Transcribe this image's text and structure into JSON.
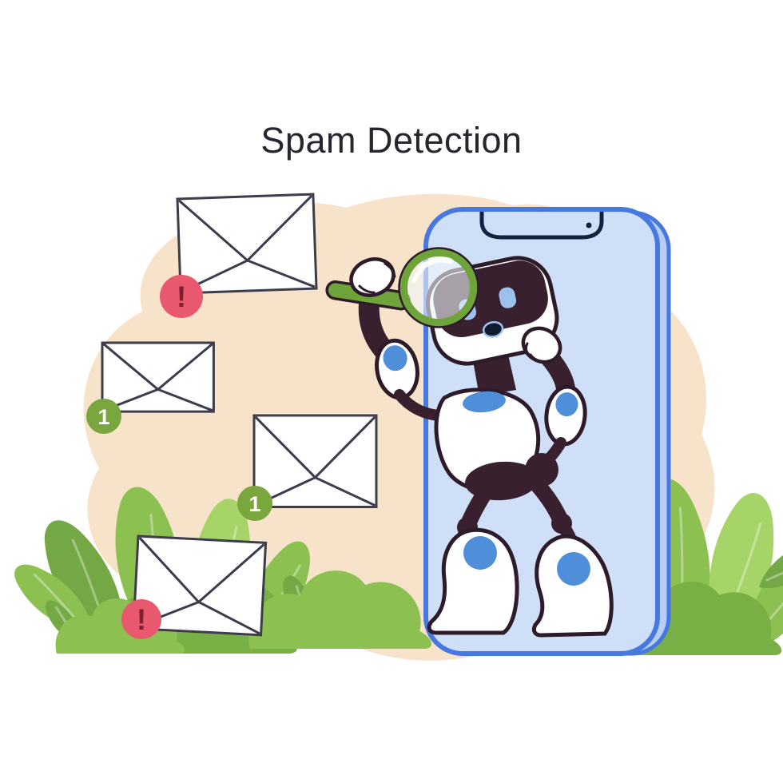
{
  "title": "Spam Detection",
  "illustration": {
    "description": "Robot with a magnifying glass standing in a smartphone screen, inspecting incoming mail envelopes for spam; foliage at the bottom corners",
    "badges": [
      {
        "type": "alert",
        "label": "!"
      },
      {
        "type": "count",
        "label": "1"
      },
      {
        "type": "count",
        "label": "1"
      },
      {
        "type": "alert",
        "label": "!"
      }
    ],
    "icons": [
      "envelope-icon",
      "magnifying-glass-icon",
      "alert-badge-icon",
      "count-badge-icon",
      "smartphone-icon",
      "robot-character",
      "leaf-icon",
      "bush-icon"
    ],
    "colors": {
      "title_text": "#26262e",
      "blob_peach": "#f6e3c9",
      "phone_fill": "#cfdff7",
      "phone_depth_fill": "#b7cdf3",
      "phone_stroke": "#4678e0",
      "notch_dark": "#15223f",
      "robot_dark": "#38202e",
      "outline": "#2e1b29",
      "accent_blue": "#4f8fd9",
      "eye_blue": "#9dc1ee",
      "mouth_dark": "#0f1c2e",
      "magnifier_green": "#6fa43a",
      "leaf_green": "#8cc152",
      "leaf_green_dark": "#74a844",
      "leaf_green_light": "#a7d468",
      "alert_red": "#e8586e",
      "alert_mark_dark": "#7e2032",
      "count_green": "#79a73e",
      "count_text": "#ffffff",
      "envelope_fill": "#ffffff",
      "envelope_stroke": "#3c3c4c"
    }
  }
}
